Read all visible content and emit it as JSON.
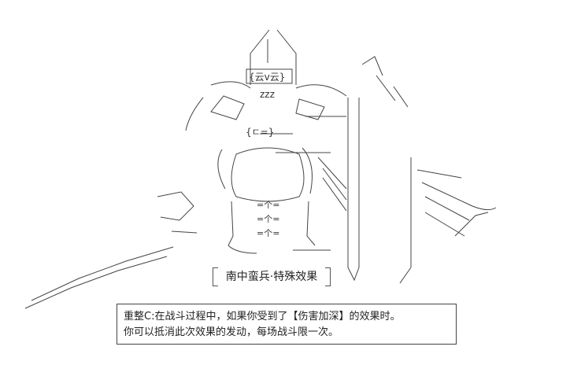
{
  "art": {
    "sign_text": "{云v云}",
    "sleep_text": "zzz",
    "mouth_text": "{ㄷ=}",
    "belly_marks": [
      "=个=",
      "=个=",
      "=个="
    ]
  },
  "title": "南中蛮兵·特殊效果",
  "description": {
    "line1": "重整C:在战斗过程中，如果你受到了【伤害加深】的效果时。",
    "line2": "你可以抵消此次效果的发动，每场战斗限一次。"
  }
}
